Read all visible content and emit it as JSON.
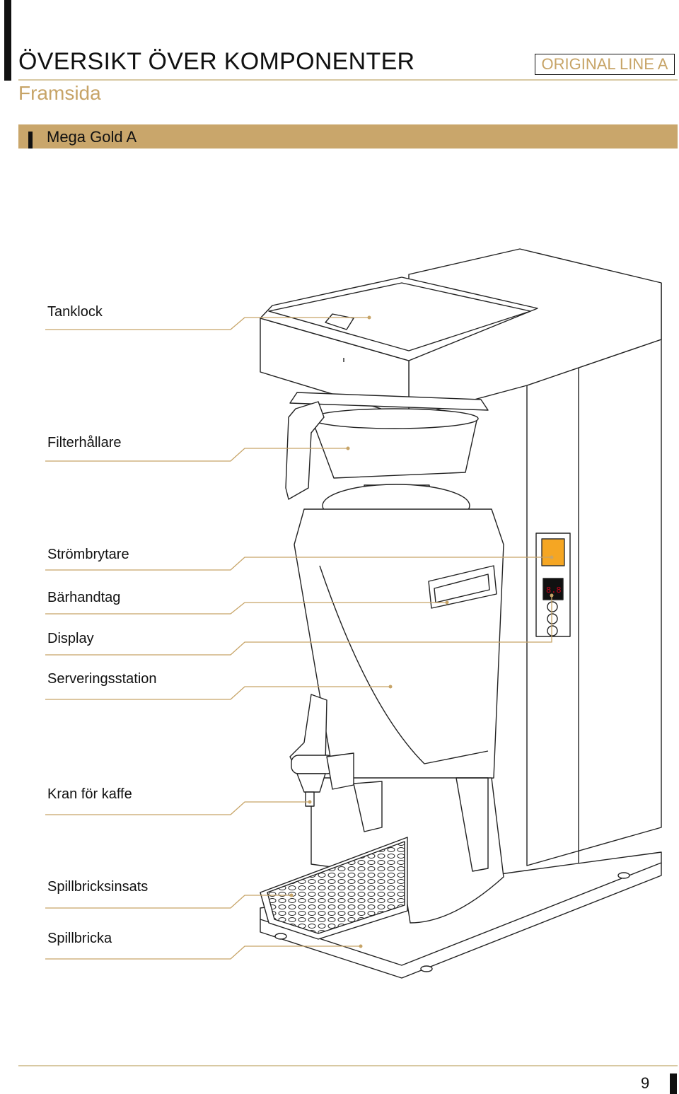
{
  "header": {
    "title": "ÖVERSIKT ÖVER KOMPONENTER",
    "subtitle": "Framsida",
    "badge": "ORIGINAL LINE A"
  },
  "section": {
    "model": "Mega Gold A"
  },
  "components": [
    {
      "label": "Tanklock"
    },
    {
      "label": "Filterhållare"
    },
    {
      "label": "Strömbrytare"
    },
    {
      "label": "Bärhandtag"
    },
    {
      "label": "Display"
    },
    {
      "label": "Serveringsstation"
    },
    {
      "label": "Kran för kaffe"
    },
    {
      "label": "Spillbricksinsats"
    },
    {
      "label": "Spillbricka"
    }
  ],
  "colors": {
    "accent_gold": "#c9a66b",
    "leader_line": "#c7a467",
    "power_switch": "#f5a623",
    "display_led": "#d0021b"
  },
  "footer": {
    "page_number": "9"
  }
}
